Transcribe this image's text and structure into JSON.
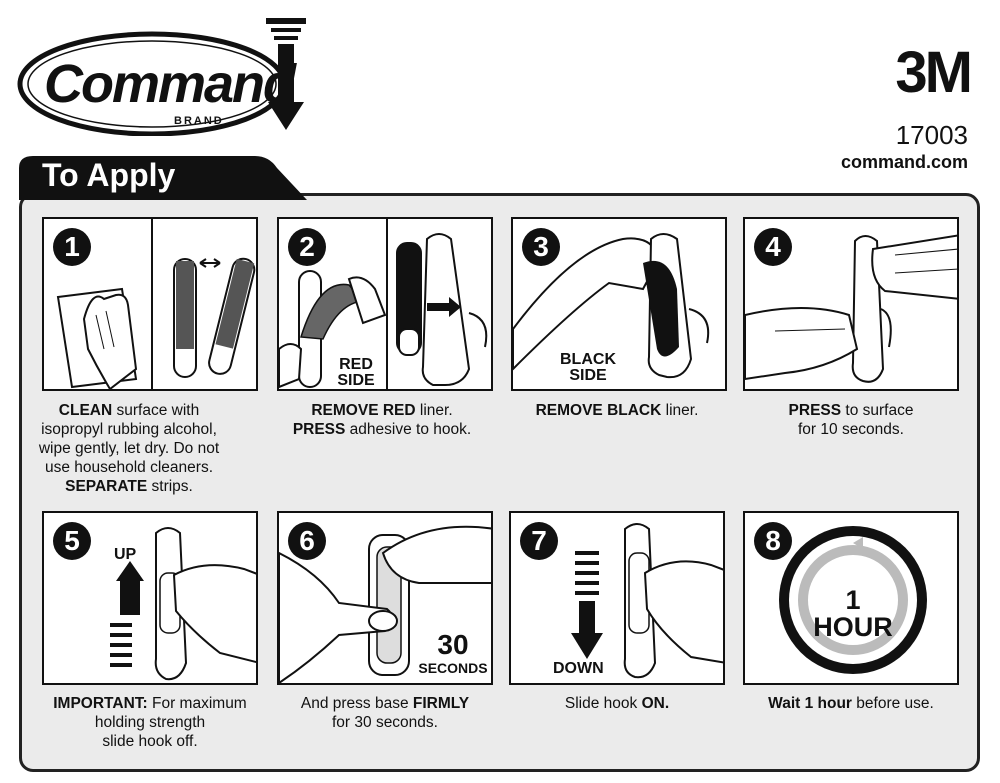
{
  "brand": {
    "logo_text": "Command",
    "logo_sub": "BRAND",
    "maker": "3M",
    "product_code": "17003",
    "website": "command.com"
  },
  "section_title": "To Apply",
  "steps": [
    {
      "number": "1",
      "caption": [
        [
          "CLEAN",
          " surface with"
        ],
        [
          "",
          "isopropyl rubbing alcohol,"
        ],
        [
          "",
          "wipe gently, let dry. Do not"
        ],
        [
          "",
          "use household cleaners."
        ],
        [
          "SEPARATE",
          " strips."
        ]
      ]
    },
    {
      "number": "2",
      "labels": [
        "RED",
        "SIDE"
      ],
      "caption": [
        [
          "REMOVE RED",
          " liner."
        ],
        [
          "PRESS",
          " adhesive to hook."
        ]
      ]
    },
    {
      "number": "3",
      "labels": [
        "BLACK",
        "SIDE"
      ],
      "caption": [
        [
          "REMOVE BLACK",
          " liner."
        ]
      ]
    },
    {
      "number": "4",
      "caption": [
        [
          "PRESS",
          " to surface"
        ],
        [
          "",
          "for 10 seconds."
        ]
      ]
    },
    {
      "number": "5",
      "labels": [
        "UP"
      ],
      "caption": [
        [
          "IMPORTANT:",
          " For maximum"
        ],
        [
          "",
          "holding strength"
        ],
        [
          "",
          "slide hook off."
        ]
      ]
    },
    {
      "number": "6",
      "labels": [
        "30",
        "SECONDS"
      ],
      "caption": [
        [
          "",
          "And press base "
        ],
        [
          "FIRMLY",
          ""
        ],
        [
          "",
          "for 30 seconds."
        ]
      ]
    },
    {
      "number": "7",
      "labels": [
        "DOWN"
      ],
      "caption": [
        [
          "",
          "Slide hook "
        ],
        [
          "ON.",
          ""
        ]
      ]
    },
    {
      "number": "8",
      "labels": [
        "1 HOUR"
      ],
      "caption": [
        [
          "Wait 1 hour",
          " before use."
        ]
      ]
    }
  ]
}
